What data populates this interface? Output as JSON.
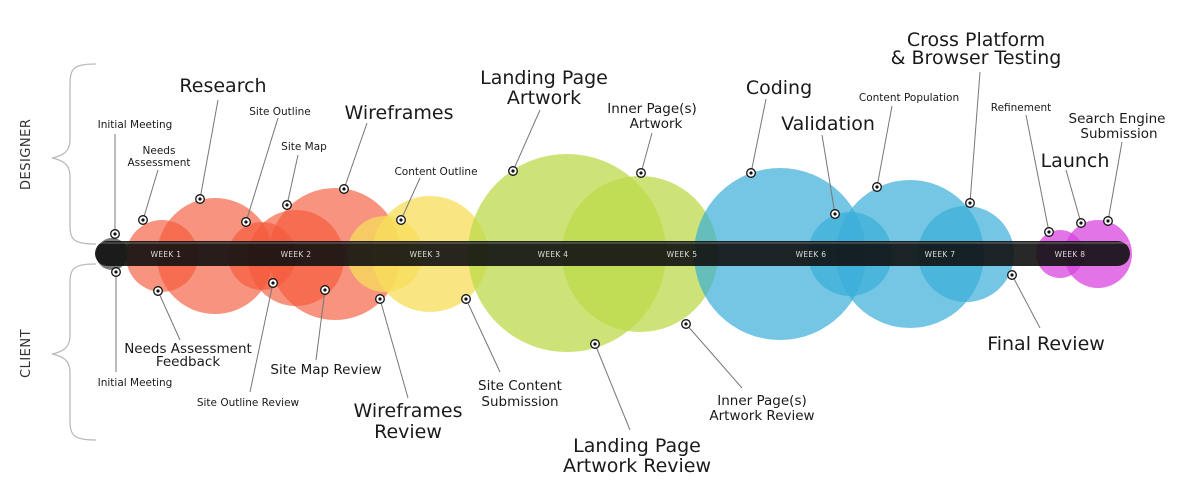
{
  "weeks": [
    "WEEK 1",
    "WEEK 2",
    "WEEK 3",
    "WEEK 4",
    "WEEK 5",
    "WEEK 6",
    "WEEK 7",
    "WEEK 8"
  ],
  "sides": {
    "designer": "DESIGNER",
    "client": "CLIENT"
  },
  "colors": {
    "orange": "#f5593a",
    "yellow": "#f7dd5a",
    "green": "#bcd94a",
    "blue": "#3aaed8",
    "magenta": "#d845e0",
    "gray": "#6b6b6b",
    "bar": "#111111"
  },
  "designer": {
    "initial_meeting": "Initial Meeting",
    "needs_assessment": [
      "Needs",
      "Assessment"
    ],
    "research": "Research",
    "site_outline": "Site Outline",
    "site_map": "Site Map",
    "wireframes": "Wireframes",
    "content_outline": "Content Outline",
    "landing_page_artwork": [
      "Landing Page",
      "Artwork"
    ],
    "inner_pages_artwork": [
      "Inner Page(s)",
      "Artwork"
    ],
    "coding": "Coding",
    "content_population": "Content Population",
    "validation": "Validation",
    "cross_platform": [
      "Cross Platform",
      "& Browser Testing"
    ],
    "refinement": "Refinement",
    "launch": "Launch",
    "search_engine": [
      "Search Engine",
      "Submission"
    ]
  },
  "client": {
    "initial_meeting": "Initial Meeting",
    "needs_assessment_feedback": [
      "Needs Assessment",
      "Feedback"
    ],
    "site_outline_review": "Site Outline Review",
    "site_map_review": "Site Map Review",
    "wireframes_review": [
      "Wireframes",
      "Review"
    ],
    "site_content_submission": [
      "Site Content",
      "Submission"
    ],
    "landing_page_review": [
      "Landing Page",
      "Artwork Review"
    ],
    "inner_pages_review": [
      "Inner Page(s)",
      "Artwork Review"
    ],
    "final_review": "Final Review"
  }
}
